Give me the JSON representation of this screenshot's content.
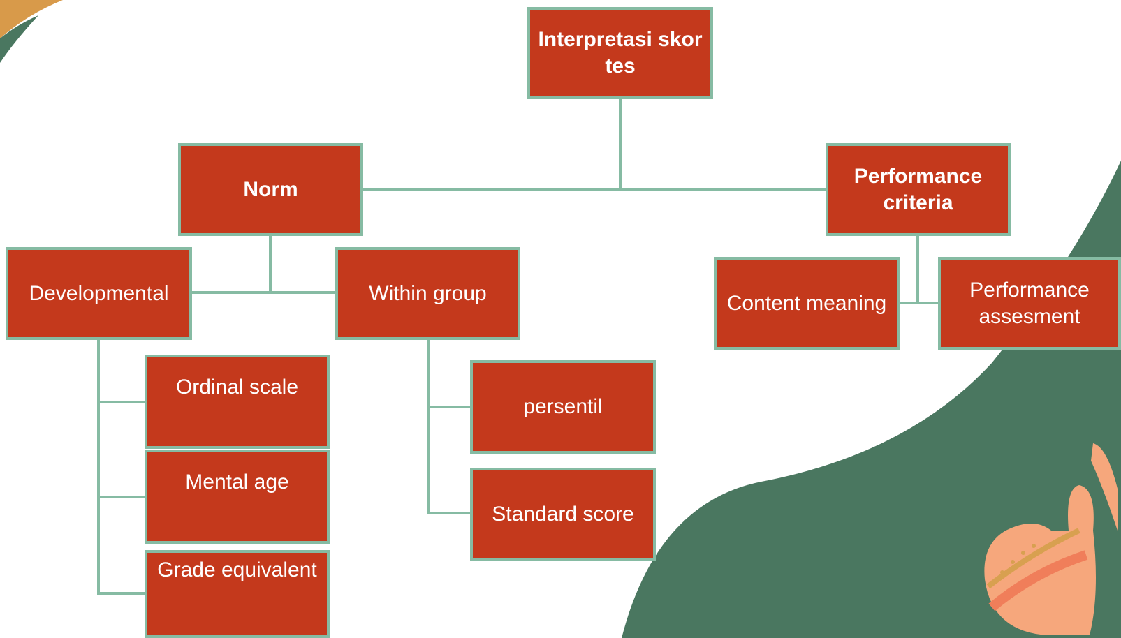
{
  "diagram": {
    "root": {
      "label": "Interpretasi skor tes"
    },
    "branches": {
      "norm": {
        "label": "Norm",
        "children": {
          "developmental": {
            "label": "Developmental",
            "children": [
              "Ordinal scale",
              "Mental age",
              "Grade equivalent"
            ]
          },
          "within_group": {
            "label": "Within group",
            "children": [
              "persentil",
              "Standard score"
            ]
          }
        }
      },
      "performance_criteria": {
        "label": "Performance criteria",
        "children": [
          "Content meaning",
          "Performance assesment"
        ]
      }
    }
  },
  "colors": {
    "node_fill": "#c4391c",
    "node_border": "#86bba3",
    "connector": "#86bba3",
    "node_text": "#ffffff",
    "deco_green": "#4a7760",
    "deco_tan": "#d89a4a",
    "deco_peach": "#f6a77c"
  }
}
